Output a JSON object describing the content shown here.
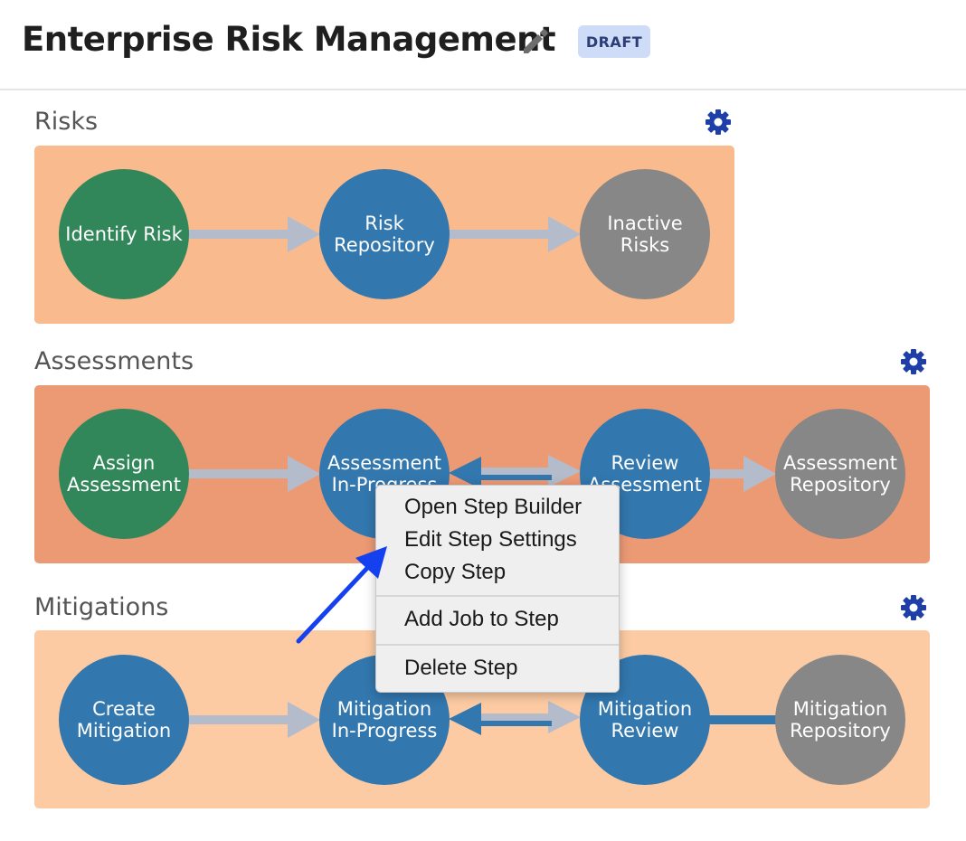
{
  "header": {
    "title": "Enterprise Risk Management",
    "status_badge": "DRAFT",
    "edit_icon": "pencil-icon"
  },
  "colors": {
    "risks_lane": "#f9bb8e",
    "assessments_lane": "#ec9a74",
    "mitigations_lane": "#fccba3",
    "start_step": "#32875a",
    "active_step": "#3277ae",
    "terminal_step": "#878787",
    "connector": "#b4bccb",
    "gear": "#1e3fa8",
    "annotation_arrow": "#1540f0"
  },
  "lanes": [
    {
      "title": "Risks",
      "settings_icon": "gear-icon",
      "steps": [
        {
          "label": "Identify Risk"
        },
        {
          "label": "Risk Repository"
        },
        {
          "label": "Inactive Risks"
        }
      ]
    },
    {
      "title": "Assessments",
      "settings_icon": "gear-icon",
      "steps": [
        {
          "label": "Assign Assessment"
        },
        {
          "label": "Assessment In-Progress"
        },
        {
          "label": "Review Assessment"
        },
        {
          "label": "Assessment Repository"
        }
      ]
    },
    {
      "title": "Mitigations",
      "settings_icon": "gear-icon",
      "steps": [
        {
          "label": "Create Mitigation"
        },
        {
          "label": "Mitigation In-Progress"
        },
        {
          "label": "Mitigation Review"
        },
        {
          "label": "Mitigation Repository"
        }
      ]
    }
  ],
  "context_menu": {
    "items": [
      "Open Step Builder",
      "Edit Step Settings",
      "Copy Step",
      "Add Job to Step",
      "Delete Step"
    ]
  }
}
